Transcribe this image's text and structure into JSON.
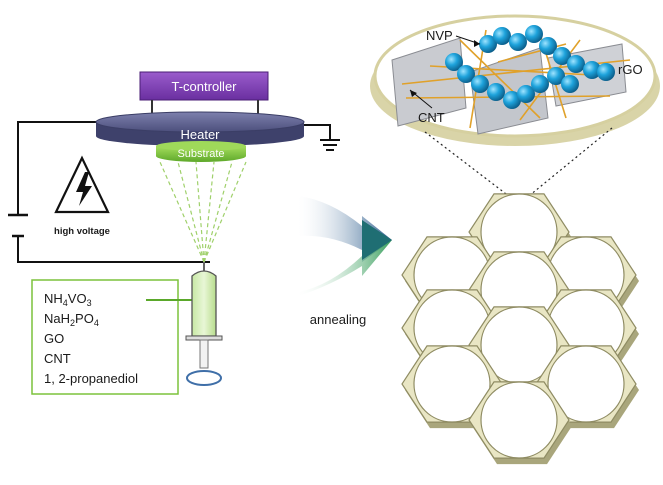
{
  "colors": {
    "controller": "#7b3fb0",
    "heater": "#5b5f8e",
    "substrate": "#7cc23b",
    "solution_box": "#7cc23b",
    "honeycomb": "#e9e6c4",
    "nvp_sphere": "#1aa0d8",
    "cnt": "#e0a12a",
    "rgo_sheet": "#c9cbd0",
    "arrow_blue": "#2f5f8f",
    "arrow_green": "#3aa35a"
  },
  "labels": {
    "controller": "T-controller",
    "heater": "Heater",
    "substrate": "Substrate",
    "high_voltage": "high voltage",
    "annealing": "annealing",
    "nvp": "NVP",
    "cnt": "CNT",
    "rgo": "rGO"
  },
  "solution": {
    "nh4vo3": {
      "pre": "NH",
      "sub1": "4",
      "mid": "VO",
      "sub2": "3"
    },
    "nah2po4": {
      "pre": "NaH",
      "sub1": "2",
      "mid": "PO",
      "sub2": "4"
    },
    "go": "GO",
    "cnt": "CNT",
    "propanediol": "1, 2-propanediol"
  }
}
